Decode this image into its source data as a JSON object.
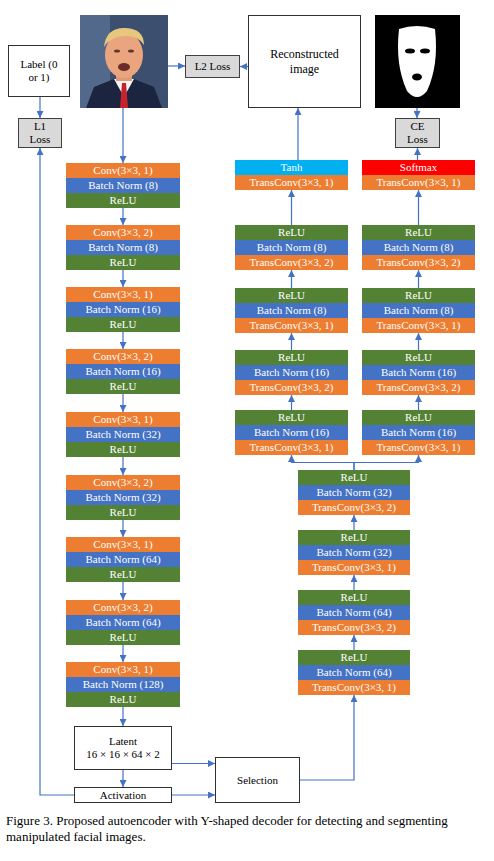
{
  "diagram": {
    "caption": "Figure 3. Proposed autoencoder with Y-shaped decoder for detecting and segmenting manipulated facial images.",
    "nodes": [
      {
        "text": [
          "Label (0 or 1)"
        ]
      },
      {
        "text": [
          "L2 Loss"
        ]
      },
      {
        "text": [
          "Reconstructed image"
        ]
      },
      {
        "text": [
          "L1 Loss"
        ]
      },
      {
        "text": [
          "CE Loss"
        ]
      },
      {
        "text": [
          "Conv(3×3, 1)"
        ]
      },
      {
        "text": [
          "Batch Norm (8)"
        ]
      },
      {
        "text": [
          "ReLU"
        ]
      },
      {
        "text": [
          "Conv(3×3, 2)"
        ]
      },
      {
        "text": [
          "Batch Norm (8)"
        ]
      },
      {
        "text": [
          "ReLU"
        ]
      },
      {
        "text": [
          "Conv(3×3, 1)"
        ]
      },
      {
        "text": [
          "Batch Norm (16)"
        ]
      },
      {
        "text": [
          "ReLU"
        ]
      },
      {
        "text": [
          "Conv(3×3, 2)"
        ]
      },
      {
        "text": [
          "Batch Norm (16)"
        ]
      },
      {
        "text": [
          "ReLU"
        ]
      },
      {
        "text": [
          "Conv(3×3, 1)"
        ]
      },
      {
        "text": [
          "Batch Norm (32)"
        ]
      },
      {
        "text": [
          "ReLU"
        ]
      },
      {
        "text": [
          "Conv(3×3, 2)"
        ]
      },
      {
        "text": [
          "Batch Norm (32)"
        ]
      },
      {
        "text": [
          "ReLU"
        ]
      },
      {
        "text": [
          "Conv(3×3, 1)"
        ]
      },
      {
        "text": [
          "Batch Norm (64)"
        ]
      },
      {
        "text": [
          "ReLU"
        ]
      },
      {
        "text": [
          "Conv(3×3, 2)"
        ]
      },
      {
        "text": [
          "Batch Norm (64)"
        ]
      },
      {
        "text": [
          "ReLU"
        ]
      },
      {
        "text": [
          "Conv(3×3, 1)"
        ]
      },
      {
        "text": [
          "Batch Norm (128)"
        ]
      },
      {
        "text": [
          "ReLU"
        ]
      },
      {
        "text": [
          "Tanh"
        ]
      },
      {
        "text": [
          "TransConv(3×3, 1)"
        ]
      },
      {
        "text": [
          "ReLU"
        ]
      },
      {
        "text": [
          "Batch Norm (8)"
        ]
      },
      {
        "text": [
          "TransConv(3×3, 2)"
        ]
      },
      {
        "text": [
          "ReLU"
        ]
      },
      {
        "text": [
          "Batch Norm (8)"
        ]
      },
      {
        "text": [
          "TransConv(3×3, 1)"
        ]
      },
      {
        "text": [
          "ReLU"
        ]
      },
      {
        "text": [
          "Batch Norm (16)"
        ]
      },
      {
        "text": [
          "TransConv(3×3, 2)"
        ]
      },
      {
        "text": [
          "ReLU"
        ]
      },
      {
        "text": [
          "Batch Norm (16)"
        ]
      },
      {
        "text": [
          "TransConv(3×3, 1)"
        ]
      },
      {
        "text": [
          "Softmax"
        ]
      },
      {
        "text": [
          "TransConv(3×3, 1)"
        ]
      },
      {
        "text": [
          "ReLU"
        ]
      },
      {
        "text": [
          "Batch Norm (8)"
        ]
      },
      {
        "text": [
          "TransConv(3×3, 2)"
        ]
      },
      {
        "text": [
          "ReLU"
        ]
      },
      {
        "text": [
          "Batch Norm (8)"
        ]
      },
      {
        "text": [
          "TransConv(3×3, 1)"
        ]
      },
      {
        "text": [
          "ReLU"
        ]
      },
      {
        "text": [
          "Batch Norm (16)"
        ]
      },
      {
        "text": [
          "TransConv(3×3, 2)"
        ]
      },
      {
        "text": [
          "ReLU"
        ]
      },
      {
        "text": [
          "Batch Norm (16)"
        ]
      },
      {
        "text": [
          "TransConv(3×3, 1)"
        ]
      },
      {
        "text": [
          "ReLU"
        ]
      },
      {
        "text": [
          "Batch Norm (32)"
        ]
      },
      {
        "text": [
          "TransConv(3×3, 2)"
        ]
      },
      {
        "text": [
          "ReLU"
        ]
      },
      {
        "text": [
          "Batch Norm (32)"
        ]
      },
      {
        "text": [
          "TransConv(3×3, 1)"
        ]
      },
      {
        "text": [
          "ReLU"
        ]
      },
      {
        "text": [
          "Batch Norm (64)"
        ]
      },
      {
        "text": [
          "TransConv(3×3, 2)"
        ]
      },
      {
        "text": [
          "ReLU"
        ]
      },
      {
        "text": [
          "Batch Norm (64)"
        ]
      },
      {
        "text": [
          "TransConv(3×3, 1)"
        ]
      },
      {
        "text": [
          "Latent",
          "16 × 16 × 64 × 2"
        ]
      },
      {
        "text": [
          "Activation"
        ]
      },
      {
        "text": [
          "Selection"
        ]
      }
    ],
    "edges": [
      {
        "from": 0,
        "to": 3,
        "arrow": "to"
      },
      {
        "from": 2,
        "to": 1,
        "arrow": "to"
      },
      {
        "from": 32,
        "to": 2,
        "arrow": "to"
      },
      {
        "from": 46,
        "to": 4,
        "arrow": "to"
      },
      {
        "from": 7,
        "to": 8,
        "arrow": "to"
      },
      {
        "from": 10,
        "to": 11,
        "arrow": "to"
      },
      {
        "from": 13,
        "to": 14,
        "arrow": "to"
      },
      {
        "from": 16,
        "to": 17,
        "arrow": "to"
      },
      {
        "from": 19,
        "to": 20,
        "arrow": "to"
      },
      {
        "from": 22,
        "to": 23,
        "arrow": "to"
      },
      {
        "from": 25,
        "to": 26,
        "arrow": "to"
      },
      {
        "from": 28,
        "to": 29,
        "arrow": "to"
      },
      {
        "from": 31,
        "to": 72,
        "arrow": "to"
      },
      {
        "from": 72,
        "to": 73,
        "arrow": "to"
      },
      {
        "from": 72,
        "to": 74,
        "arrow": "to"
      },
      {
        "from": 73,
        "to": 74,
        "arrow": "to"
      },
      {
        "from": 73,
        "to": 3,
        "arrow": "to"
      },
      {
        "from": 74,
        "to": 71,
        "arrow": "to"
      },
      {
        "from": 69,
        "to": 68,
        "arrow": "to"
      },
      {
        "from": 66,
        "to": 65,
        "arrow": "to"
      },
      {
        "from": 63,
        "to": 62,
        "arrow": "to"
      },
      {
        "from": 60,
        "to": 45,
        "arrow": "to"
      },
      {
        "from": 60,
        "to": 59,
        "arrow": "to"
      },
      {
        "from": 43,
        "to": 42,
        "arrow": "to"
      },
      {
        "from": 40,
        "to": 39,
        "arrow": "to"
      },
      {
        "from": 37,
        "to": 36,
        "arrow": "to"
      },
      {
        "from": 34,
        "to": 33,
        "arrow": "to"
      },
      {
        "from": 57,
        "to": 56,
        "arrow": "to"
      },
      {
        "from": 54,
        "to": 53,
        "arrow": "to"
      },
      {
        "from": 51,
        "to": 50,
        "arrow": "to"
      },
      {
        "from": 48,
        "to": 47,
        "arrow": "to"
      }
    ]
  }
}
